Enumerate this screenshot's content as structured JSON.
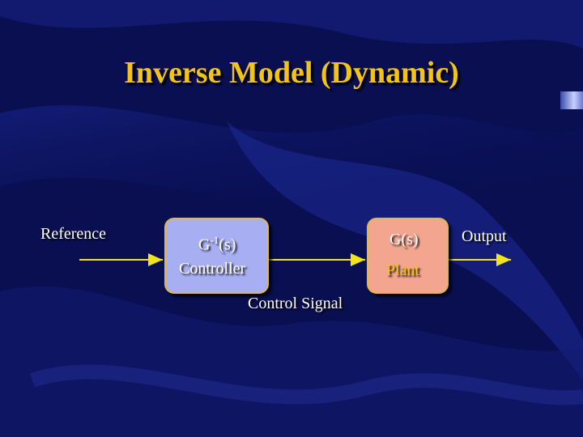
{
  "slide": {
    "title": "Inverse Model (Dynamic)",
    "colors": {
      "background": "#0a0f52",
      "title": "#f2c418",
      "wire": "#f2e418",
      "controller_block": "#a8aef2",
      "plant_block": "#f4a58f"
    }
  },
  "diagram": {
    "input_label": "Reference",
    "output_label": "Output",
    "signal_label": "Control Signal",
    "controller": {
      "symbol_base": "G",
      "symbol_sup": "-1",
      "symbol_arg": "(s)",
      "name": "Controller"
    },
    "plant": {
      "symbol": "G(s)",
      "name": "Plant"
    }
  }
}
